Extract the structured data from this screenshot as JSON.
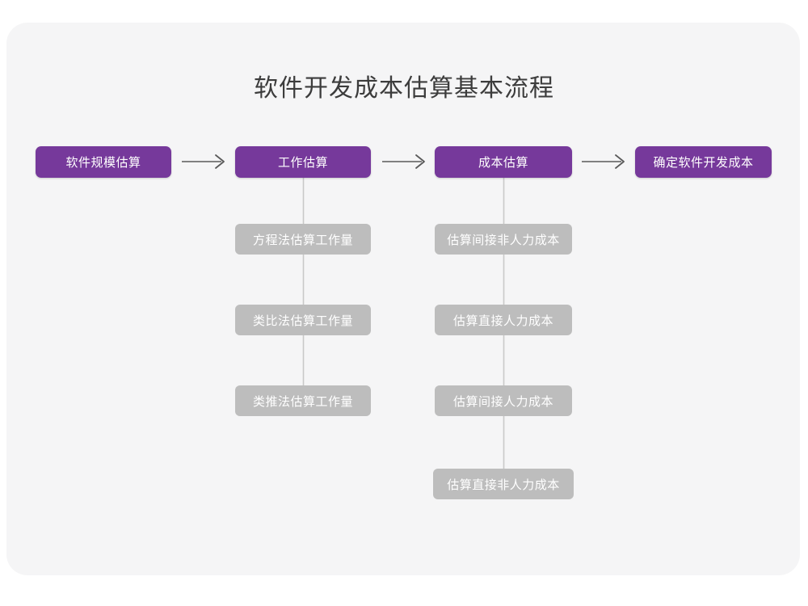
{
  "page": {
    "title": "软件开发成本估算基本流程",
    "background_color": "#ffffff",
    "card_color": "#f5f5f6",
    "primary_color": "#76399b",
    "secondary_color": "#bdbdbd",
    "connector_color": "#c9c9c9",
    "arrow_color": "#595959"
  },
  "chart_data": {
    "type": "diagram",
    "title": "软件开发成本估算基本流程",
    "stages": [
      {
        "id": "stage-1",
        "label": "软件规模估算",
        "substeps": []
      },
      {
        "id": "stage-2",
        "label": "工作估算",
        "substeps": [
          "方程法估算工作量",
          "类比法估算工作量",
          "类推法估算工作量"
        ]
      },
      {
        "id": "stage-3",
        "label": "成本估算",
        "substeps": [
          "估算间接非人力成本",
          "估算直接人力成本",
          "估算间接人力成本",
          "估算直接非人力成本"
        ]
      },
      {
        "id": "stage-4",
        "label": "确定软件开发成本",
        "substeps": []
      }
    ],
    "connectors": [
      {
        "from": "stage-1",
        "to": "stage-2",
        "style": "arrow-right"
      },
      {
        "from": "stage-2",
        "to": "stage-3",
        "style": "arrow-right"
      },
      {
        "from": "stage-3",
        "to": "stage-4",
        "style": "arrow-right"
      }
    ]
  },
  "arrows": {
    "glyph": "→",
    "count": 3
  }
}
